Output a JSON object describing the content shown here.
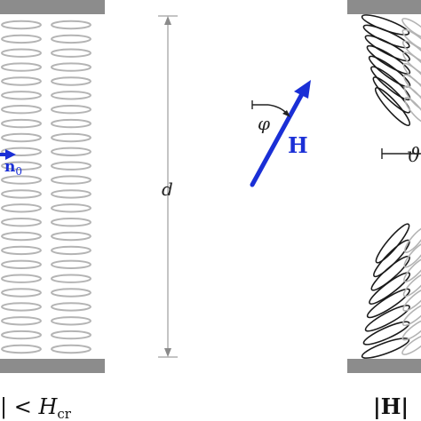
{
  "left_panel": {
    "director_label_main": "n",
    "director_label_sub": "0",
    "condition_prefix": "|",
    "condition_op": " < ",
    "condition_symbol": "H",
    "condition_sub": "cr",
    "molecule_rows": 24
  },
  "middle": {
    "thickness_label": "d",
    "angle_label": "φ",
    "field_label": "H"
  },
  "right_panel": {
    "theta_label": "ϑ",
    "condition_text": "|H|"
  },
  "colors": {
    "plate": "#8c8c8c",
    "molecule_light": "#b4b4b4",
    "molecule_dark": "#1a1a1a",
    "field_blue": "#1a2fd6",
    "director_blue": "#1a2fd6",
    "dimension": "#8a8a8a"
  }
}
